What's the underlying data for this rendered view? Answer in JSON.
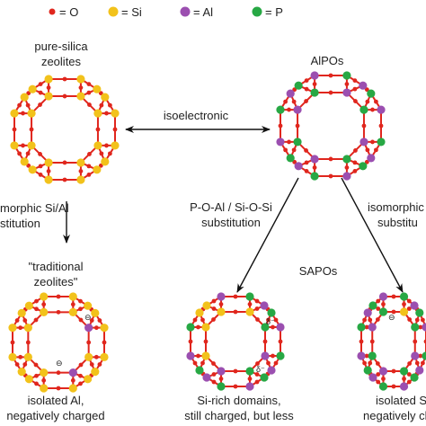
{
  "legend": {
    "items": [
      {
        "label": "= O",
        "color": "#e0261d",
        "kind": "small"
      },
      {
        "label": "= Si",
        "color": "#f2c21b",
        "kind": "big"
      },
      {
        "label": "= Al",
        "color": "#9b4fb0",
        "kind": "big"
      },
      {
        "label": "= P",
        "color": "#27a844",
        "kind": "big"
      }
    ]
  },
  "titles": {
    "pure_silica": [
      "pure-silica",
      "zeolites"
    ],
    "alpos": "AlPOs",
    "traditional": [
      "\"traditional",
      "zeolites\""
    ],
    "sapos": "SAPOs"
  },
  "arrows": {
    "isoelectronic": "isoelectronic",
    "left_sub": [
      "morphic Si/Al",
      "stitution"
    ],
    "mid_sub": [
      "P-O-Al / Si-O-Si",
      "substitution"
    ],
    "right_sub": [
      "isomorphic",
      "substitu"
    ]
  },
  "captions": {
    "left": [
      "isolated Al,",
      "negatively charged"
    ],
    "mid": [
      "Si-rich domains,",
      "still charged, but less"
    ],
    "right": [
      "isolated S",
      "negatively ch"
    ]
  },
  "charges": {
    "minus": "⊖",
    "delta": "δ⁻"
  },
  "colors": {
    "O": "#e0261d",
    "Si": "#f2c21b",
    "Al": "#9b4fb0",
    "P": "#27a844",
    "bond": "#e0261d",
    "arrow": "#111111"
  }
}
